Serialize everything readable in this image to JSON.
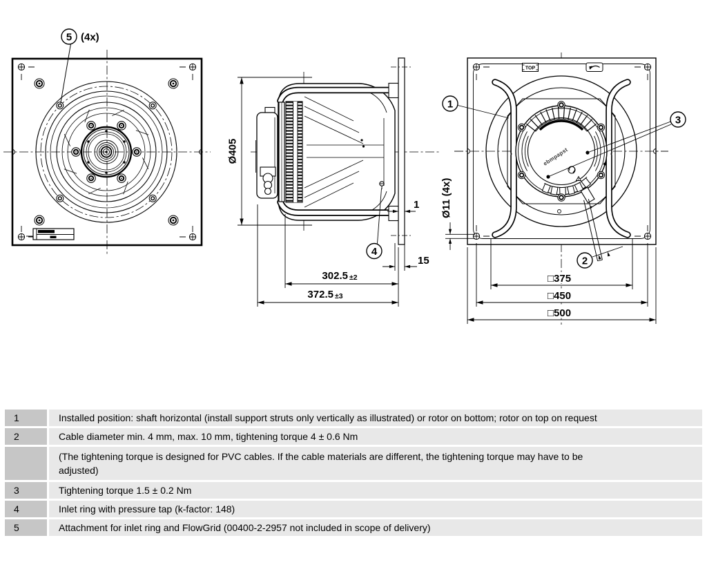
{
  "drawing": {
    "front_view": {
      "callout_5": "5",
      "callout_5_qty": "(4x)"
    },
    "side_view": {
      "dim_diameter": "Ø405",
      "dim_depth_1": "302.5",
      "dim_depth_1_tol": "±2",
      "dim_depth_2": "372.5",
      "dim_depth_2_tol": "±3",
      "dim_plate_thickness": "1",
      "dim_offset": "15",
      "callout_4": "4"
    },
    "rear_view": {
      "callout_1": "1",
      "callout_2": "2",
      "callout_3": "3",
      "top_marking": "TOP",
      "brand": "ebmpapst",
      "dim_hole": "Ø11 (4x)",
      "dim_sq_375": "□375",
      "dim_sq_450": "□450",
      "dim_sq_500": "□500"
    }
  },
  "table": {
    "rows": [
      {
        "num": "1",
        "text": "Installed position: shaft horizontal (install support struts only vertically as illustrated) or rotor on bottom; rotor on top on request"
      },
      {
        "num": "2",
        "text": "Cable diameter min. 4 mm, max. 10 mm, tightening torque 4 ± 0.6 Nm"
      },
      {
        "num": "",
        "text": "(The tightening torque is designed for PVC cables. If the cable materials are different, the tightening torque may have to be adjusted)"
      },
      {
        "num": "3",
        "text": "Tightening torque 1.5 ± 0.2 Nm"
      },
      {
        "num": "4",
        "text": "Inlet ring with pressure tap (k-factor: 148)"
      },
      {
        "num": "5",
        "text": "Attachment for inlet ring and FlowGrid (00400-2-2957 not included in scope of delivery)"
      }
    ]
  }
}
